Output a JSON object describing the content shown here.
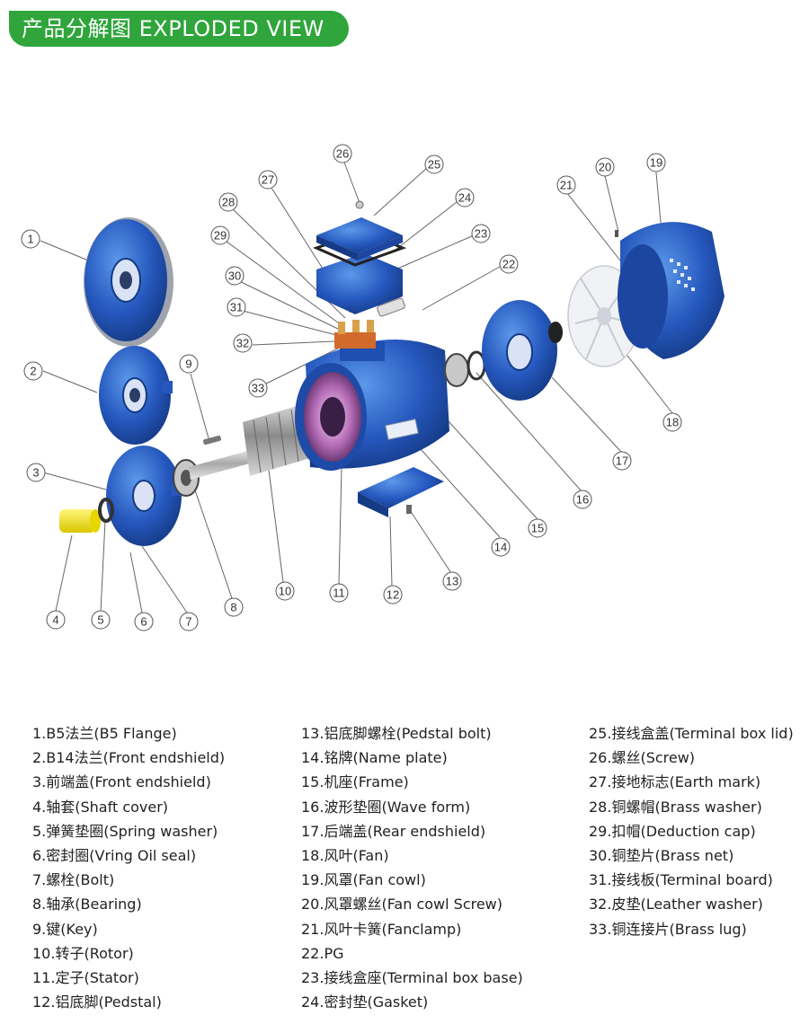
{
  "header": {
    "title": "产品分解图 EXPLODED VIEW",
    "badge_color": "#2fa53b"
  },
  "colors": {
    "motor_blue": "#1f4fb0",
    "motor_blue_light": "#4a86e0",
    "motor_blue_dark": "#163b86",
    "brass": "#d8a04a",
    "shaft_cover_yellow": "#f2e11a"
  },
  "callouts": [
    "1",
    "2",
    "3",
    "4",
    "5",
    "6",
    "7",
    "8",
    "9",
    "10",
    "11",
    "12",
    "13",
    "14",
    "15",
    "16",
    "17",
    "18",
    "19",
    "20",
    "21",
    "22",
    "23",
    "24",
    "25",
    "26",
    "27",
    "28",
    "29",
    "30",
    "31",
    "32",
    "33"
  ],
  "legend": {
    "col1": [
      "1.B5法兰(B5 Flange)",
      "2.B14法兰(Front endshield)",
      "3.前端盖(Front endshield)",
      "4.轴套(Shaft cover)",
      "5.弹簧垫圈(Spring washer)",
      "6.密封圈(Vring Oil seal)",
      "7.螺栓(Bolt)",
      "8.轴承(Bearing)",
      "9.键(Key)",
      "10.转子(Rotor)",
      "11.定子(Stator)",
      "12.铝底脚(Pedstal)"
    ],
    "col2": [
      "13.铝底脚螺栓(Pedstal bolt)",
      "14.铭牌(Name plate)",
      "15.机座(Frame)",
      "16.波形垫圈(Wave form)",
      "17.后端盖(Rear endshield)",
      "18.风叶(Fan)",
      "19.风罩(Fan cowl)",
      "20.风罩螺丝(Fan cowl Screw)",
      "21.风叶卡簧(Fanclamp)",
      "22.PG",
      "23.接线盒座(Terminal box base)",
      "24.密封垫(Gasket)"
    ],
    "col3": [
      "25.接线盒盖(Terminal box lid)",
      "26.螺丝(Screw)",
      "27.接地标志(Earth mark)",
      "28.铜螺帽(Brass washer)",
      "29.扣帽(Deduction cap)",
      "30.铜垫片(Brass net)",
      "31.接线板(Terminal board)",
      "32.皮垫(Leather washer)",
      "33.铜连接片(Brass lug)"
    ]
  }
}
